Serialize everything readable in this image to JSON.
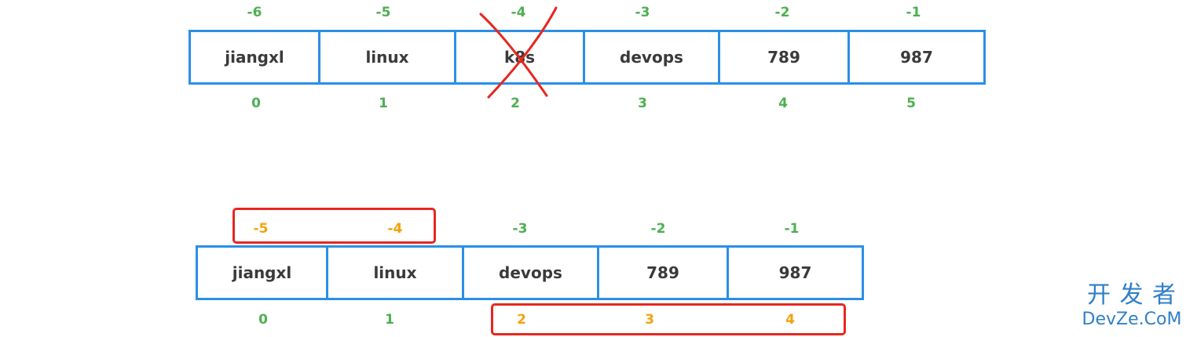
{
  "top_array": {
    "cells": [
      "jiangxl",
      "linux",
      "k8s",
      "devops",
      "789",
      "987"
    ],
    "negative_indices": [
      "-6",
      "-5",
      "-4",
      "-3",
      "-2",
      "-1"
    ],
    "positive_indices": [
      "0",
      "1",
      "2",
      "3",
      "4",
      "5"
    ],
    "struck_cell_index": 2
  },
  "bottom_array": {
    "cells": [
      "jiangxl",
      "linux",
      "devops",
      "789",
      "987"
    ],
    "negative_indices": [
      "-5",
      "-4",
      "-3",
      "-2",
      "-1"
    ],
    "positive_indices": [
      "0",
      "1",
      "2",
      "3",
      "4"
    ],
    "highlighted_negative": [
      0,
      1
    ],
    "highlighted_positive": [
      2,
      3,
      4
    ]
  },
  "colors": {
    "cell_border": "#2b8fe6",
    "index_default": "#4caf50",
    "index_changed": "#f5a10c",
    "highlight_box": "#e8261f",
    "strike": "#e8261f",
    "watermark": "#2f7fc9"
  },
  "watermark": {
    "line1": "开 发 者",
    "line2": "DevZe.CoM"
  }
}
